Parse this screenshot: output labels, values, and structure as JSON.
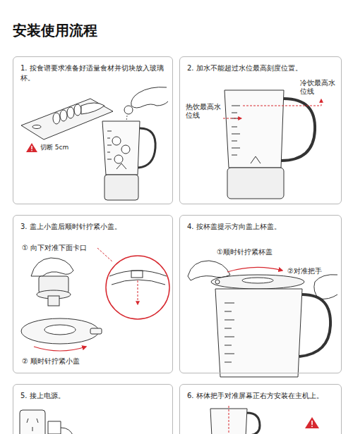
{
  "diagram": {
    "title": "安装使用流程",
    "nodes": [
      {
        "text": [
          "1. 按食谱要求准备好适量食材并切块放入玻璃杯。"
        ]
      },
      {
        "text": [
          "2. 加水不能超过水位最高刻度位置。"
        ]
      },
      {
        "text": [
          "3. 盖上小盖后顺时针拧紧小盖。"
        ]
      },
      {
        "text": [
          "4. 按杯盖提示方向盖上杯盖。"
        ]
      },
      {
        "text": [
          "5. 接上电源。"
        ]
      },
      {
        "text": [
          "6. 杯体把手对准屏幕正右方安装在主机上。"
        ]
      }
    ],
    "labels": [
      "切断 5cm",
      "热饮最高水位线",
      "冷饮最高水位线",
      "① 向下对准下面卡口",
      "② 顺时针拧紧小盖",
      "①顺时针拧紧杯盖",
      "②对准把手"
    ]
  }
}
